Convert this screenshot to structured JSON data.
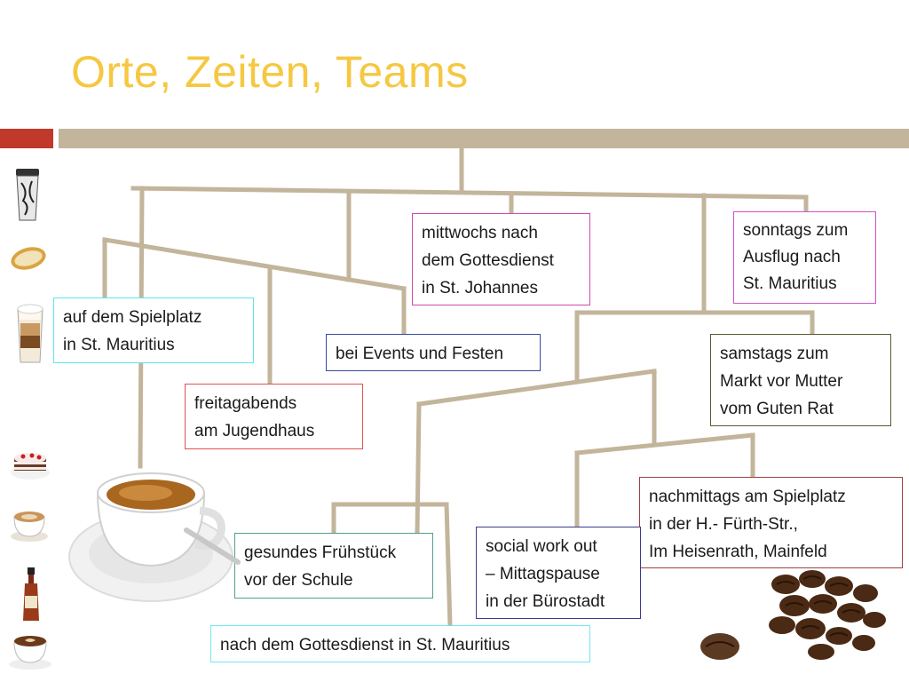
{
  "title": "Orte, Zeiten, Teams",
  "colors": {
    "title": "#f5c842",
    "accent_red": "#c0392b",
    "connector": "#c2b59b"
  },
  "boxes": {
    "spielplatz": {
      "lines": [
        "auf dem Spielplatz",
        "in St. Mauritius"
      ],
      "border": "#5de8e8"
    },
    "freitag": {
      "lines": [
        "freitagabends",
        "am Jugendhaus"
      ],
      "border": "#e05050"
    },
    "events": {
      "lines": [
        "bei Events und Festen"
      ],
      "border": "#3a4aa0"
    },
    "mittwochs": {
      "lines": [
        "mittwochs nach",
        "dem Gottesdienst",
        "in St. Johannes"
      ],
      "border": "#d04aa8"
    },
    "sonntags": {
      "lines": [
        "sonntags zum",
        "Ausflug nach",
        "St. Mauritius"
      ],
      "border": "#d050d0"
    },
    "samstags": {
      "lines": [
        "samstags zum",
        "Markt vor  Mutter",
        "vom Guten Rat"
      ],
      "border": "#5a5a30"
    },
    "nachmittags": {
      "lines": [
        "nachmittags am Spielplatz",
        "in der H.- Fürth-Str.,",
        "Im Heisenrath, Mainfeld"
      ],
      "border": "#a04040"
    },
    "social": {
      "lines": [
        "social work out",
        "– Mittagspause",
        "in der Bürostadt"
      ],
      "border": "#3a3a90"
    },
    "fruehstueck": {
      "lines": [
        "gesundes Frühstück",
        "vor der Schule"
      ],
      "border": "#50a090"
    },
    "gottesdienst": {
      "lines": [
        "nach dem Gottesdienst in St. Mauritius"
      ],
      "border": "#70e8f0"
    }
  },
  "decorations": [
    "coffee-cup-icon",
    "cookie-icon",
    "latte-glass-icon",
    "cake-icon",
    "cappuccino-icon",
    "syrup-bottle-icon",
    "coffee-mug-icon",
    "espresso-cup-icon",
    "coffee-beans-icon"
  ]
}
